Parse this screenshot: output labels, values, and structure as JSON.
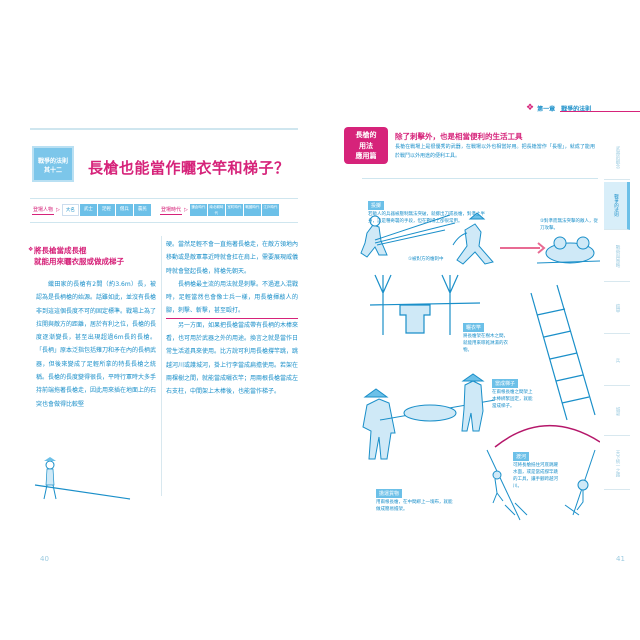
{
  "left_page": {
    "section_box": "戰爭的法則 其十二",
    "title": "長槍也能當作曬衣竿和梯子？",
    "characters_label": "登場人物",
    "characters": [
      "大名",
      "武士",
      "足輕",
      "僧兵",
      "農民"
    ],
    "era_label": "登場時代",
    "eras": [
      "鎌倉時代",
      "南北朝時代",
      "室町時代",
      "戰國時代",
      "江戶時代"
    ],
    "subheading": [
      "將長槍當成長棍",
      "就能用來曬衣服或做成梯子"
    ],
    "col1": "織田家的長槍有2間（約3.6m）長，被認為是長柄槍的始源。話雖如此，並沒有長槍非到這這個長度不可的固定標準。戰場上為了拉開與敵方的距離，居於有利之位，長槍的長度逐漸變長，甚至出現超過6m長的長槍。「長柄」原本泛指包括薙刀和矛在內的長柄武器，但後來變成了足輕所拿的特長長槍之統稱。長槍的長度變得很長，平時行軍時大多手持前端拖著長槍走，因此用來插在地面上的石突也會做得比較堅",
    "col2a": "硬。當然足輕不會一直拖著長槍走，在敵方領地內移動或是敵軍靠近時就會扛在肩上，需要展現威儀時就會豎起長槍，將槍先朝天。",
    "col2b": "長柄槍最主流的用法就是刺擊。不過進入混戰時，足輕當然也會像士兵一樣，用長槍揮敲人的腳，刺擊、斬擊，甚至毆打。",
    "col2c": "另一方面，如果把長槍當成帶有長柄的木棒來看，也可用於武器之外的用途。換言之就是當作日常生活道具來使用。比方說可利用長槍撐竿跳，跳越河川或護城河，掛上行李當成扁擔使用。若架在兩棵樹之間，就能當成曬衣竿；用兩根長槍當成左右支柱，中間架上木棒後，也能當作梯子。",
    "page_number": "40"
  },
  "right_page": {
    "chapter": "第一章　戰爭的法則",
    "badge": [
      "長槍的",
      "用法",
      "應用篇"
    ],
    "heading": "除了刺擊外，也是相當便利的生活工具",
    "intro": "長槍在戰場上是很優秀的武器，在戰場以外也相當好用。把長槍當作「長棍」，就成了能用於戰鬥以外用途的便利工具。",
    "items": [
      {
        "label": "投擲",
        "text": "若敵人的兵器被壓制無法突破，就擲出刀或長槍，對準上半身，這是種奇襲的手段，但在戰場上卻很常用。"
      },
      {
        "label": "曬衣竿",
        "text": "將長槍架在樹木之間，就能用來晾乾淋濕的衣物。"
      },
      {
        "label": "當成梯子",
        "text": "在兩根長槍之間架上木棒綁緊固定，就能當成梯子。"
      },
      {
        "label": "擔運貨物",
        "text": "用兩根長槍，在中間綁上一塊布，就能做成簡易擔架。"
      },
      {
        "label": "渡河",
        "text": "可將長槍抵住河底跳躍水面，或是當成撐竿跳的工具，讓手腳跨越河川。"
      }
    ],
    "notes": [
      "①被對方的槍刺中",
      "②對準而無法突擊的敵人，從刀攻擊。"
    ],
    "side_tabs": [
      "武將的觀念",
      "戰爭的法則",
      "戰術與策略",
      "鎧甲",
      "兵",
      "城郭",
      "天下統一之路"
    ],
    "active_tab": 1,
    "page_number": "41"
  },
  "colors": {
    "accent": "#d6237a",
    "blue": "#1a8fc9",
    "light_blue": "#6cc0e8"
  }
}
